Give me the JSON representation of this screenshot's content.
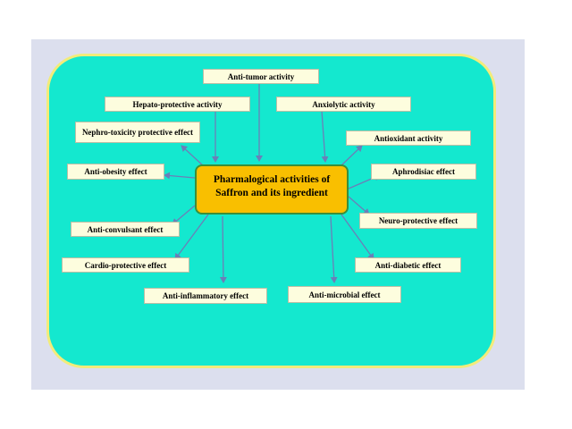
{
  "center_label": "Pharmalogical activities of Saffron and its ingredient",
  "activities": {
    "anti_tumor": "Anti-tumor activity",
    "hepato_protective": "Hepato-protective activity",
    "anxiolytic": "Anxiolytic activity",
    "nephro_toxicity_protective": "Nephro-toxicity protective effect",
    "antioxidant": "Antioxidant activity",
    "anti_obesity": "Anti-obesity effect",
    "aphrodisiac": "Aphrodisiac effect",
    "neuro_protective": "Neuro-protective effect",
    "anti_convulsant": "Anti-convulsant effect",
    "cardio_protective": "Cardio-protective effect",
    "anti_diabetic": "Anti-diabetic effect",
    "anti_inflammatory": "Anti-inflammatory effect",
    "anti_microbial": "Anti-microbial effect"
  },
  "colors": {
    "panel_fill": "#14e8cf",
    "panel_border": "#f2ec7a",
    "center_fill": "#f9bf00",
    "center_border": "#3a8f3a",
    "box_fill": "#fdfdde",
    "arrow": "#6b7fb8"
  }
}
